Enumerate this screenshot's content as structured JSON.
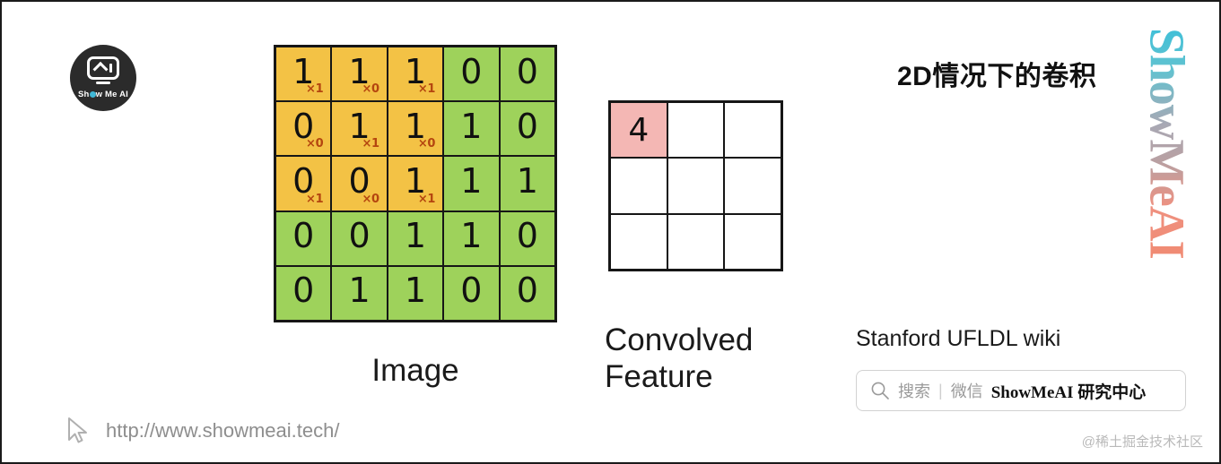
{
  "logo": {
    "name": "show-me-ai-logo",
    "text_before": "Sh",
    "text_after": "w Me AI"
  },
  "title": "2D情况下的卷积",
  "image_matrix": {
    "label": "Image",
    "rows": [
      [
        {
          "value": "1",
          "sub": "×1",
          "fill": "orange"
        },
        {
          "value": "1",
          "sub": "×0",
          "fill": "orange"
        },
        {
          "value": "1",
          "sub": "×1",
          "fill": "orange"
        },
        {
          "value": "0",
          "sub": "",
          "fill": "green"
        },
        {
          "value": "0",
          "sub": "",
          "fill": "green"
        }
      ],
      [
        {
          "value": "0",
          "sub": "×0",
          "fill": "orange"
        },
        {
          "value": "1",
          "sub": "×1",
          "fill": "orange"
        },
        {
          "value": "1",
          "sub": "×0",
          "fill": "orange"
        },
        {
          "value": "1",
          "sub": "",
          "fill": "green"
        },
        {
          "value": "0",
          "sub": "",
          "fill": "green"
        }
      ],
      [
        {
          "value": "0",
          "sub": "×1",
          "fill": "orange"
        },
        {
          "value": "0",
          "sub": "×0",
          "fill": "orange"
        },
        {
          "value": "1",
          "sub": "×1",
          "fill": "orange"
        },
        {
          "value": "1",
          "sub": "",
          "fill": "green"
        },
        {
          "value": "1",
          "sub": "",
          "fill": "green"
        }
      ],
      [
        {
          "value": "0",
          "sub": "",
          "fill": "green"
        },
        {
          "value": "0",
          "sub": "",
          "fill": "green"
        },
        {
          "value": "1",
          "sub": "",
          "fill": "green"
        },
        {
          "value": "1",
          "sub": "",
          "fill": "green"
        },
        {
          "value": "0",
          "sub": "",
          "fill": "green"
        }
      ],
      [
        {
          "value": "0",
          "sub": "",
          "fill": "green"
        },
        {
          "value": "1",
          "sub": "",
          "fill": "green"
        },
        {
          "value": "1",
          "sub": "",
          "fill": "green"
        },
        {
          "value": "0",
          "sub": "",
          "fill": "green"
        },
        {
          "value": "0",
          "sub": "",
          "fill": "green"
        }
      ]
    ]
  },
  "convolved": {
    "label_line1": "Convolved",
    "label_line2": "Feature",
    "rows": [
      [
        {
          "value": "4",
          "fill": "highlight"
        },
        {
          "value": "",
          "fill": "empty"
        },
        {
          "value": "",
          "fill": "empty"
        }
      ],
      [
        {
          "value": "",
          "fill": "empty"
        },
        {
          "value": "",
          "fill": "empty"
        },
        {
          "value": "",
          "fill": "empty"
        }
      ],
      [
        {
          "value": "",
          "fill": "empty"
        },
        {
          "value": "",
          "fill": "empty"
        },
        {
          "value": "",
          "fill": "empty"
        }
      ]
    ]
  },
  "source_caption": "Stanford UFLDL wiki",
  "search": {
    "placeholder": "搜索",
    "divider": "|",
    "channel": "微信",
    "brand": "ShowMeAI 研究中心"
  },
  "watermark": {
    "vertical_text": "ShowMeAI"
  },
  "footer": {
    "url": "http://www.showmeai.tech/"
  },
  "attribution": "@稀土掘金技术社区",
  "colors": {
    "orange_cell": "#f3c245",
    "green_cell": "#9ed25b",
    "pink_cell": "#f4b7b4",
    "grid_line": "#161616",
    "kernel_sub": "#b4450f",
    "muted_text": "#8e8e8e"
  }
}
